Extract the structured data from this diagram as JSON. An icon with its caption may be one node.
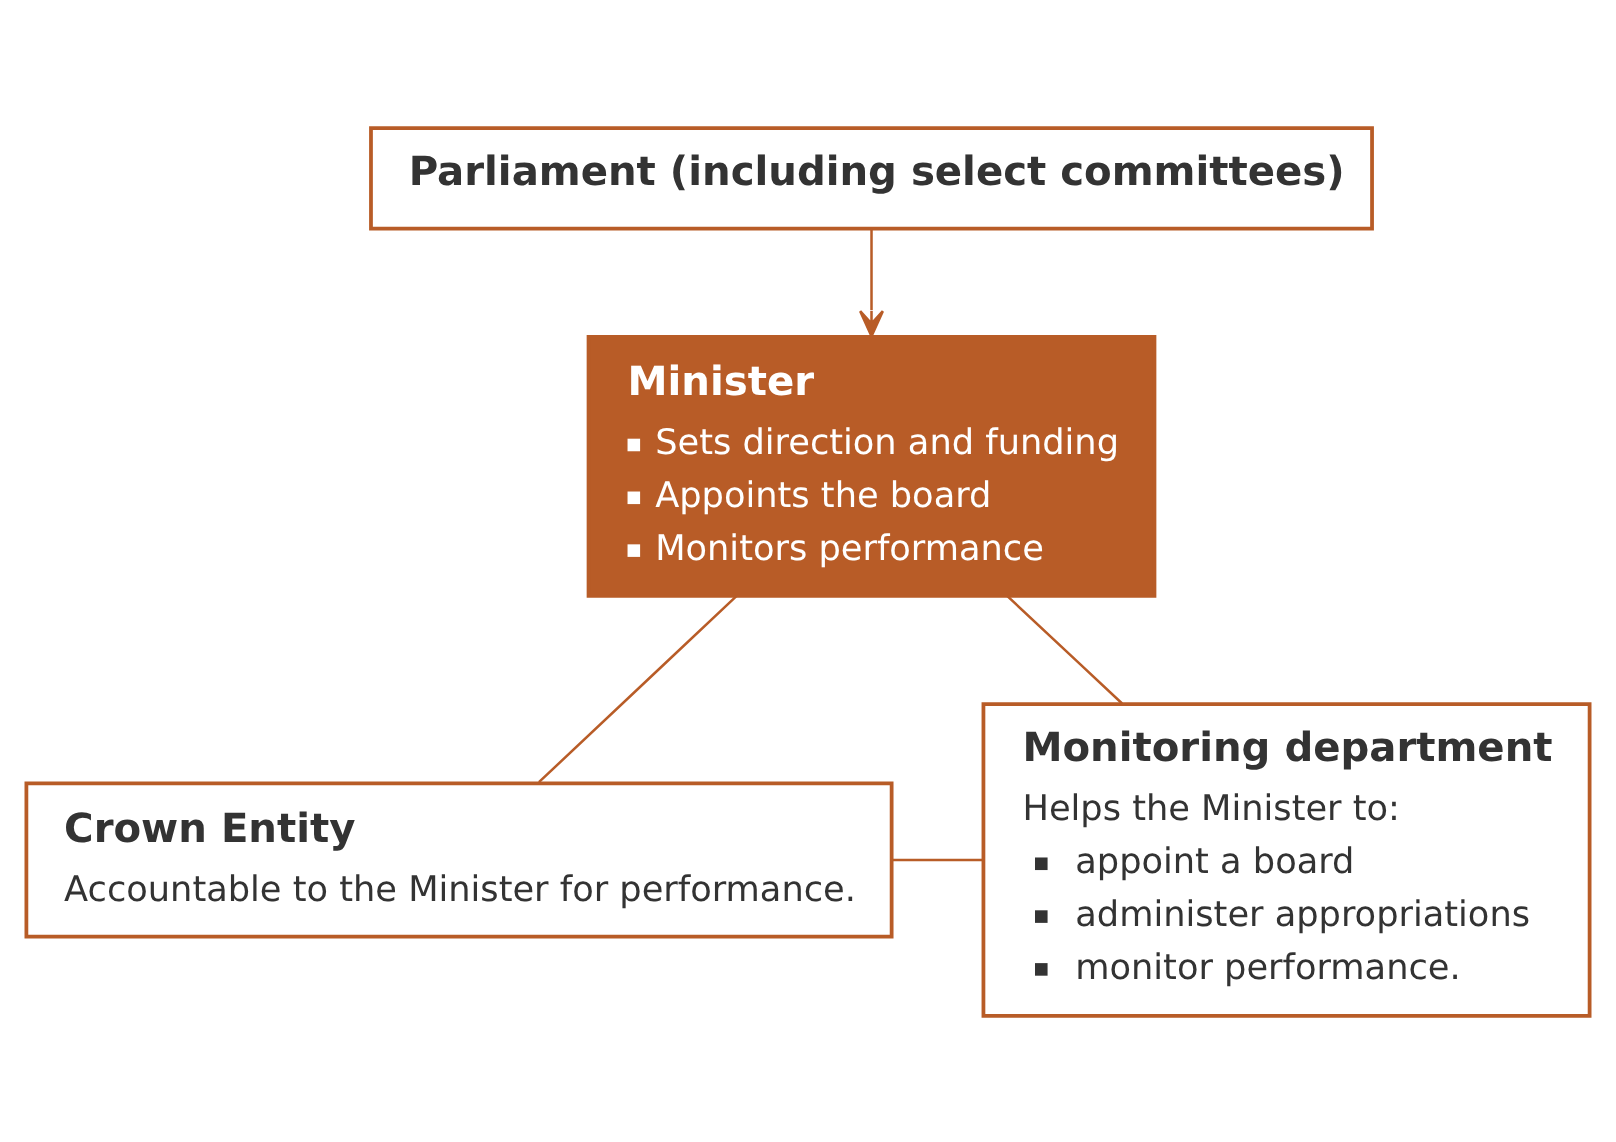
{
  "diagram": {
    "nodes": [
      {
        "text": [
          "Parliament (including select committees)"
        ]
      },
      {
        "text": [
          "Minister",
          "Sets direction and funding",
          "Appoints the board",
          "Monitors performance"
        ]
      },
      {
        "text": [
          "Crown Entity",
          "Accountable to the Minister for performance."
        ]
      },
      {
        "text": [
          "Monitoring department",
          "Helps the Minister to:",
          "appoint a board",
          "administer appropriations",
          "monitor performance."
        ]
      }
    ],
    "edges": [
      {
        "from": 0,
        "to": 1,
        "arrow": "to"
      },
      {
        "from": 1,
        "to": 2,
        "arrow": "none"
      },
      {
        "from": 1,
        "to": 3,
        "arrow": "none"
      },
      {
        "from": 2,
        "to": 3,
        "arrow": "none"
      }
    ]
  }
}
